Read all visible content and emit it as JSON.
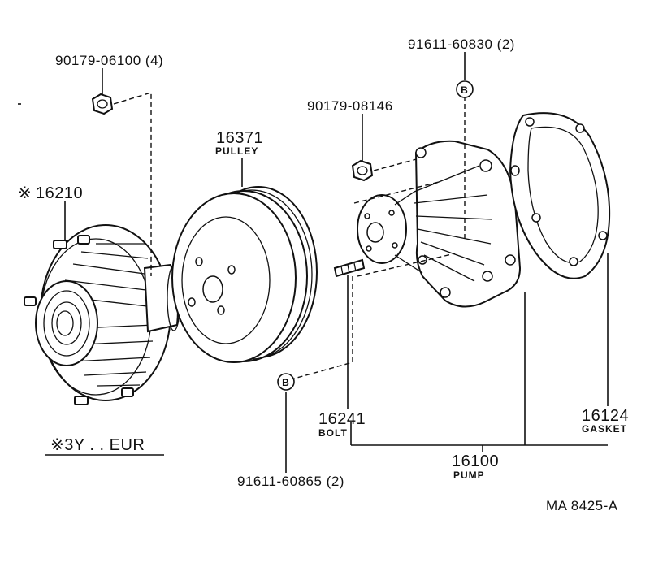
{
  "labels": {
    "nut_small": "90179-06100 (4)",
    "fan_clutch": "16210",
    "fan_clutch_mark": "※",
    "pulley_no": "16371",
    "pulley_name": "PULLEY",
    "nut_pump": "90179-08146",
    "bolt_top": "91611-60830 (2)",
    "bolt_no": "16241",
    "bolt_name": "BOLT",
    "pump_no": "16100",
    "pump_name": "PUMP",
    "gasket_no": "16124",
    "gasket_name": "GASKET",
    "bolt_bottom": "91611-60865 (2)",
    "note": "※3Y . . EUR",
    "ref_code": "MA  8425-A",
    "marker_b_top": "B",
    "marker_b_bottom": "B"
  }
}
